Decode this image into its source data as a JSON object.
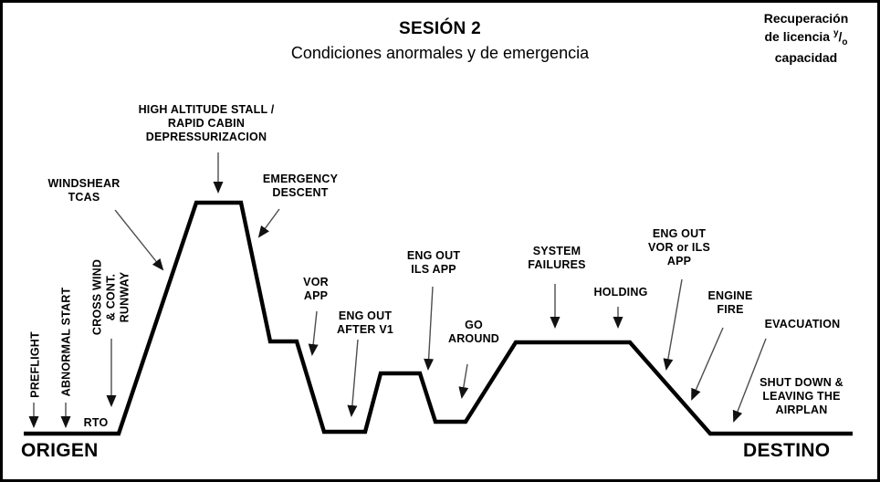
{
  "header": {
    "title": "SESIÓN 2",
    "subtitle": "Condiciones anormales y de emergencia",
    "recovery": {
      "line1": "Recuperación",
      "line2_text": "de licencia ",
      "sup": "y",
      "slash": "/",
      "sub": "o",
      "line3": "capacidad"
    }
  },
  "diagram": {
    "type": "flight-training-session-profile",
    "endpoints": {
      "origin": "ORIGEN",
      "destination": "DESTINO"
    },
    "phases": {
      "preflight": "PREFLIGHT",
      "abnormal_start": "ABNORMAL START",
      "cross_wind": "CROSS WIND\n& CONT.\nRUNWAY",
      "rto": "RTO",
      "windshear": "WINDSHEAR\nTCAS",
      "high_altitude_stall": "HIGH ALTITUDE STALL /\nRAPID CABIN\nDEPRESSURIZACION",
      "emergency_descent": "EMERGENCY\nDESCENT",
      "vor_app": "VOR\nAPP",
      "eng_out_after_v1": "ENG OUT\nAFTER V1",
      "eng_out_ils_app": "ENG OUT\nILS APP",
      "go_around": "GO\nAROUND",
      "system_failures": "SYSTEM\nFAILURES",
      "holding": "HOLDING",
      "eng_out_vor_ils": "ENG OUT\nVOR or ILS\nAPP",
      "engine_fire": "ENGINE\nFIRE",
      "evacuation": "EVACUATION",
      "shutdown": "SHUT DOWN &\nLEAVING THE\nAIRPLAN"
    },
    "colors": {
      "profile_line": "#000000",
      "arrow_line": "#4d4d4d",
      "arrow_head": "#111111",
      "background": "#ffffff",
      "text": "#000000",
      "border": "#000000"
    }
  }
}
